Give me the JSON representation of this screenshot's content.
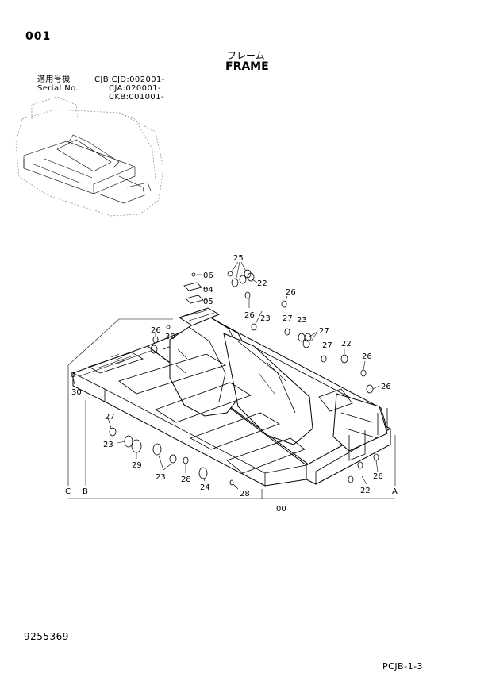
{
  "header": {
    "page_number": "001",
    "title_ja": "フレーム",
    "title_en": "FRAME"
  },
  "serial": {
    "label_ja": "適用号機",
    "label_en": "Serial No.",
    "lines": [
      "CJB,CJD:002001-",
      "CJA:020001-",
      "CKB:001001-"
    ]
  },
  "callouts": {
    "c00": "00",
    "c04": "04",
    "c05": "05",
    "c06": "06",
    "c22": "22",
    "c23": "23",
    "c24": "24",
    "c25": "25",
    "c26": "26",
    "c27": "27",
    "c28": "28",
    "c29": "29",
    "c30": "30",
    "ref_a": "A",
    "ref_b": "B",
    "ref_c": "C"
  },
  "footer": {
    "document_number": "9255369",
    "page_code": "PCJB-1-3"
  }
}
